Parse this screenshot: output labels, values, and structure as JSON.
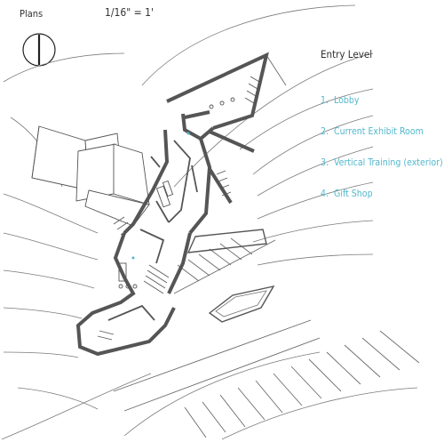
{
  "header": {
    "plans_label": "Plans",
    "scale_label": "1/16\" = 1'"
  },
  "north_arrow": {
    "icon": "north-arrow-icon"
  },
  "level": {
    "title": "Entry Level"
  },
  "legend": {
    "color": "#52b8cc",
    "items": [
      {
        "number": "1.",
        "label": "Lobby"
      },
      {
        "number": "2.",
        "label": "Current Exhibit Room"
      },
      {
        "number": "3.",
        "label": "Vertical Training (exterior)"
      },
      {
        "number": "4.",
        "label": "Gift Shop"
      }
    ]
  },
  "plan": {
    "wall_color": "#555555",
    "line_color": "#6a6a6a"
  }
}
